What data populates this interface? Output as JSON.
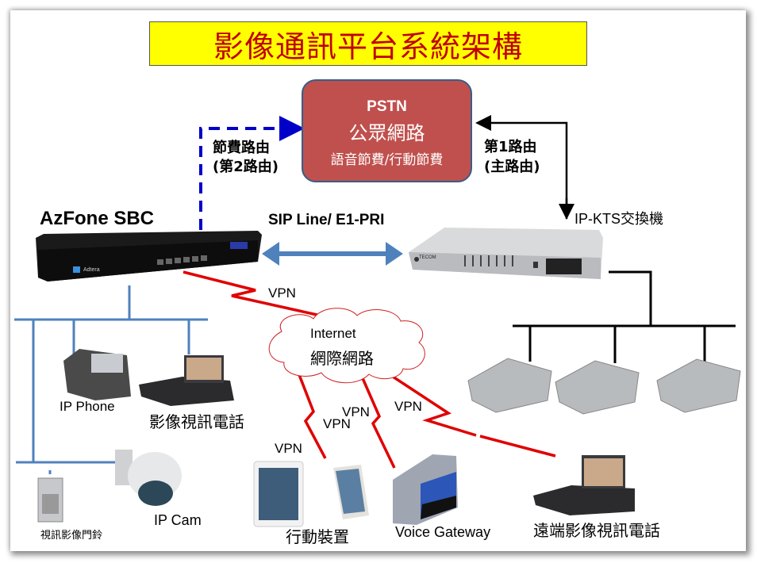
{
  "title": "影像通訊平台系統架構",
  "pstn": {
    "name": "PSTN",
    "subtitle": "公眾網路",
    "desc": "語音節費/行動節費"
  },
  "routes": {
    "second_route_line1": "節費路由",
    "second_route_line2": "(第2路由)",
    "first_route_line1": "第1路由",
    "first_route_line2": "(主路由)"
  },
  "devices": {
    "sbc": "AzFone  SBC",
    "sbc_brand": "Adtera",
    "ipkts": "IP-KTS交換機",
    "ipkts_brand": "TECOM",
    "trunk_link": "SIP Line/ E1-PRI",
    "internet_line1": "Internet",
    "internet_line2": "網際網路",
    "ip_phone": "IP Phone",
    "video_phone": "影像視訊電話",
    "door_bell": "視訊影像門鈴",
    "ip_cam": "IP Cam",
    "mobile": "行動裝置",
    "voice_gateway": "Voice Gateway",
    "remote_video_phone": "遠端影像視訊電話"
  },
  "vpn_labels": [
    "VPN",
    "VPN",
    "VPN",
    "VPN",
    "VPN"
  ],
  "colors": {
    "title_bg": "#ffff00",
    "title_text": "#c00000",
    "pstn_fill": "#c0504d",
    "pstn_border": "#385d8a",
    "lan_blue": "#4f81bd",
    "dashed_blue": "#0000c8",
    "vpn_red": "#e00000"
  }
}
